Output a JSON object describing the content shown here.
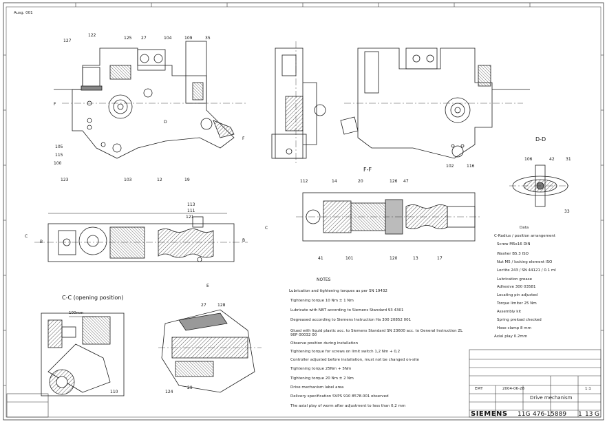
{
  "sheet": {
    "corner_note": "Ausg. 001",
    "section_cc_title": "C-C (opening position)",
    "section_dd_title": "D-D",
    "section_ff_label": "F-F",
    "notes_header": "NOTES",
    "notes_intro": "Lubrication and tightening torques as per SN 19432",
    "notes": [
      "Tightening torque 10 Nm ± 1 Nm",
      "Lubricate with NBT according to Siemens Standard 93 4301",
      "Degreased according to Siemens Instruction Ha 300 20852 001",
      "Glued with liquid plastic acc. to Siemens Standard SN 23600 acc. to General Instruction ZL 90P 00032 00",
      "Observe position during installation",
      "Tightening torque for screws on limit switch 1,2 Nm + 0,2",
      "Controller adjusted before installation, must not be changed on-site",
      "Tightening torque 25Nm + 5Nm",
      "Tightening torque 20 Nm ± 2 Nm",
      "Drive mechanism label area",
      "Delivery specification SVPS 910 8578.001 observed",
      "The axial play of worm after adjustment to less than 0,2 mm"
    ],
    "legend_header": "Data",
    "legend_items": [
      "C-Radius / position arrangement",
      "Screw M5x16 DIN",
      "Washer B5.3 ISO",
      "Nut M5 / locking element ISO",
      "Loctite 243 / SN 44121 / 0.1 ml",
      "Lubrication grease",
      "Adhesive 300 03581",
      "Locating pin adjusted",
      "Torque limiter 25 Nm",
      "Assembly kit",
      "Spring preload checked",
      "Hose clamp 8 mm",
      "Axial play 0.2mm"
    ],
    "callouts": [
      "122",
      "125",
      "104",
      "109",
      "35",
      "127",
      "27",
      "105",
      "115",
      "100",
      "123",
      "12",
      "19",
      "103",
      "42",
      "31",
      "106",
      "33",
      "112",
      "20",
      "121",
      "13",
      "41",
      "17",
      "126",
      "101",
      "47",
      "120",
      "14",
      "128",
      "29",
      "27",
      "113",
      "111",
      "110",
      "124",
      "102",
      "116"
    ],
    "view_labels": [
      "C",
      "C",
      "B",
      "B",
      "E",
      "F",
      "D",
      "F"
    ],
    "scale_note": "100mm"
  },
  "title_block": {
    "company": "SIEMENS",
    "drawing_name": "Drive mechanism",
    "doc_prefix": "11G",
    "doc_number": "476-15889",
    "sheet_label": "1",
    "sheet_count": "13",
    "revision": "G",
    "dept": "EMT",
    "date_row": "2004-06-28",
    "scale": "1:1"
  },
  "colors": {
    "line": "#1a1a1a",
    "hatch": "#444444",
    "fill_gray": "#c8c8c8",
    "fill_dark": "#7a7a7a"
  }
}
